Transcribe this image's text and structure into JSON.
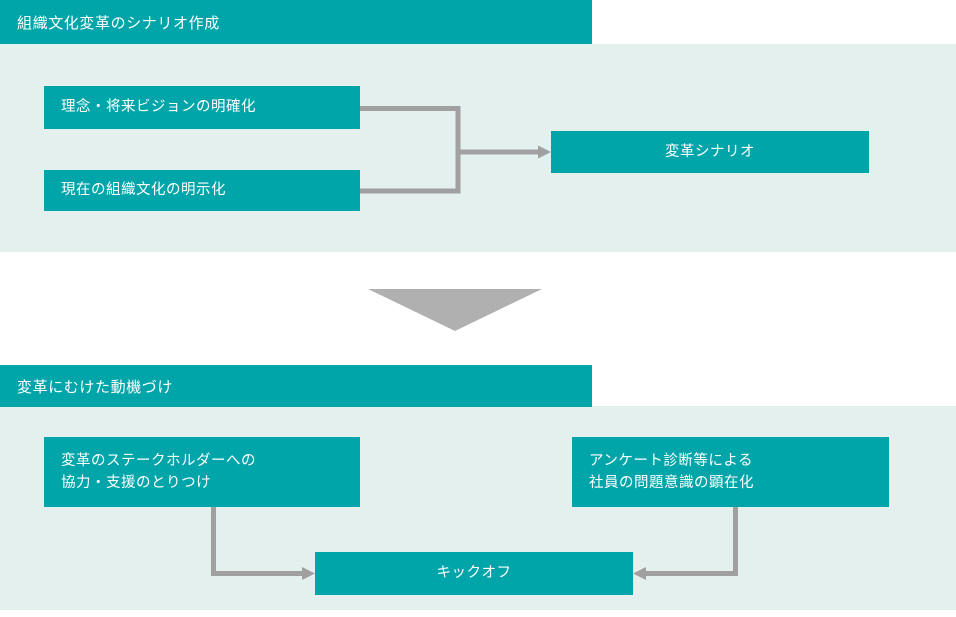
{
  "colors": {
    "teal": "#00a5aa",
    "panel_bg": "#e4f0ee",
    "page_bg": "#ffffff",
    "connector_gray": "#a0a0a0",
    "text_on_teal": "#ffffff"
  },
  "sections": [
    {
      "header": "組織文化変革のシナリオ作成",
      "nodes": {
        "vision": "理念・将来ビジョンの明確化",
        "current_culture": "現在の組織文化の明示化",
        "scenario": "変革シナリオ"
      }
    },
    {
      "header": "変革にむけた動機づけ",
      "nodes": {
        "stakeholder_line1": "変革のステークホルダーへの",
        "stakeholder_line2": "協力・支援のとりつけ",
        "survey_line1": "アンケート診断等による",
        "survey_line2": "社員の問題意識の顕在化",
        "kickoff": "キックオフ"
      }
    }
  ],
  "connectors": {
    "bracket_to_scenario": "merge-arrow-right",
    "section_transition": "down-triangle-arrow",
    "stakeholder_to_kickoff": "elbow-arrow-right",
    "survey_to_kickoff": "elbow-arrow-left"
  }
}
